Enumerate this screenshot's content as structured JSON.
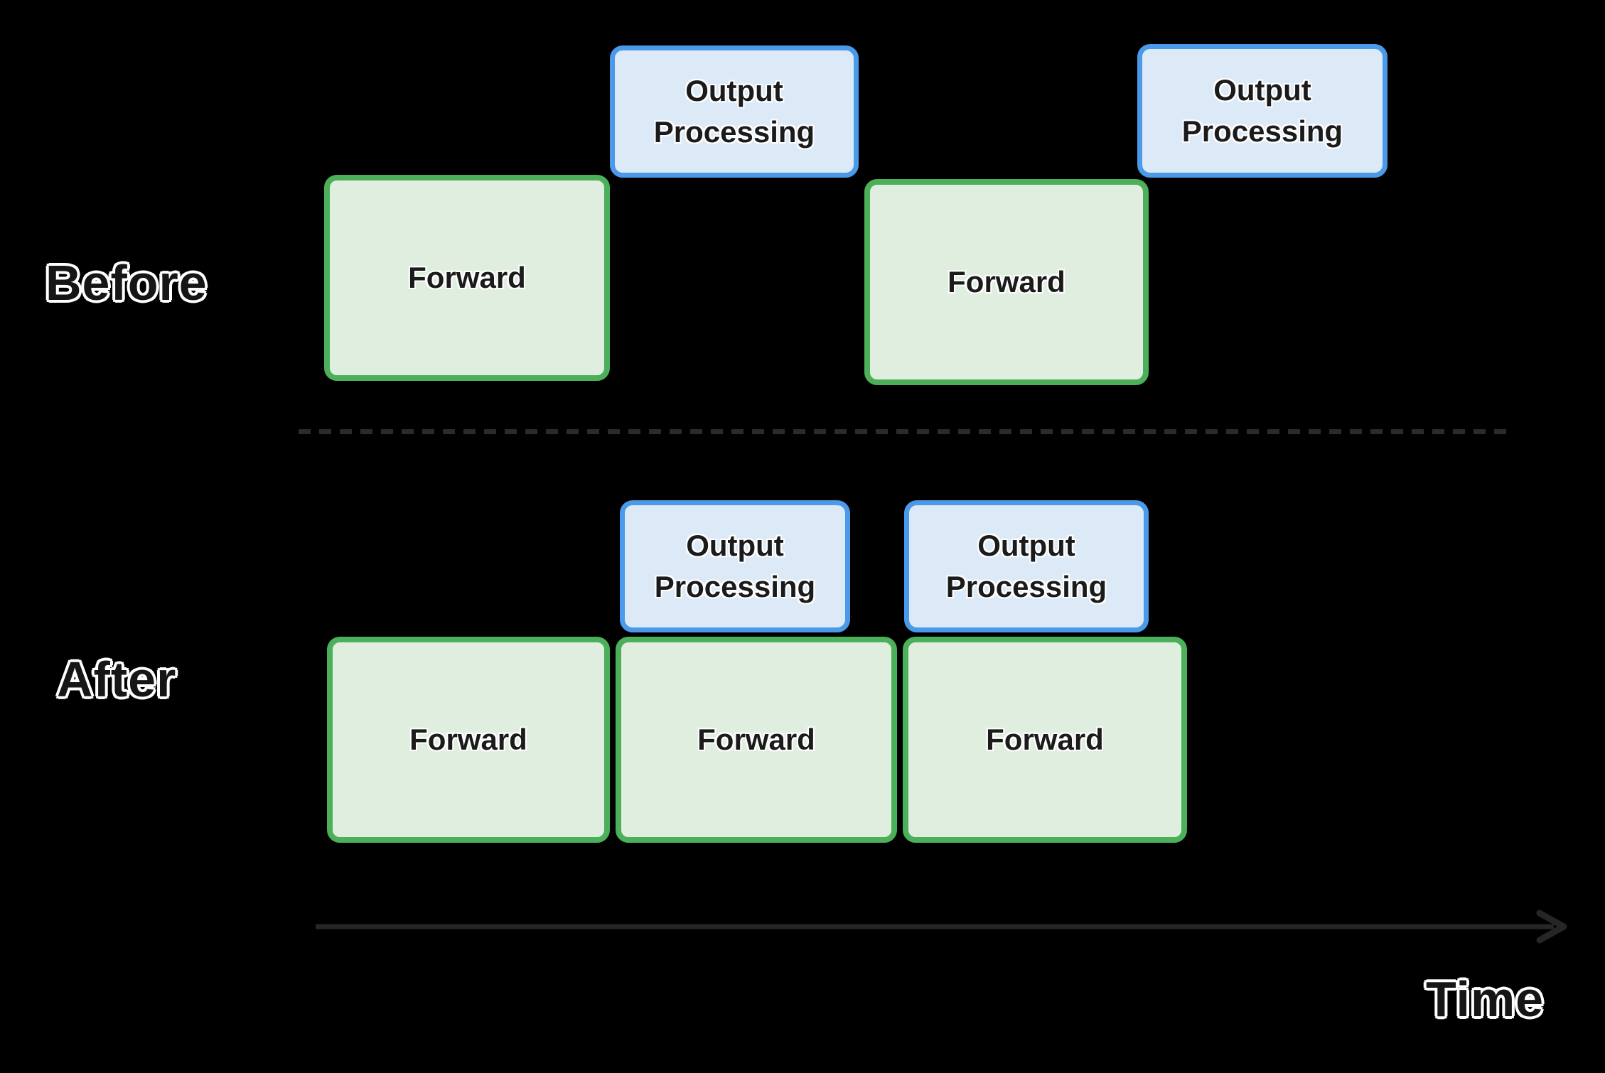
{
  "section_labels": {
    "before": "Before",
    "after": "After"
  },
  "axis": {
    "time_label": "Time"
  },
  "before_row": {
    "forward_1": "Forward",
    "output_1": "Output Processing",
    "forward_2": "Forward",
    "output_2": "Output Processing"
  },
  "after_row": {
    "forward_1": "Forward",
    "forward_2": "Forward",
    "forward_3": "Forward",
    "output_1": "Output Processing",
    "output_2": "Output Processing"
  },
  "colors": {
    "background": "#000000",
    "forward_fill": "#dfeede",
    "forward_border": "#4caf5a",
    "output_fill": "#dceaf8",
    "output_border": "#4b99e9",
    "box_text": "#1b1b1b",
    "label_text": "#161616",
    "label_outline": "#ffffff",
    "line": "#262626"
  }
}
